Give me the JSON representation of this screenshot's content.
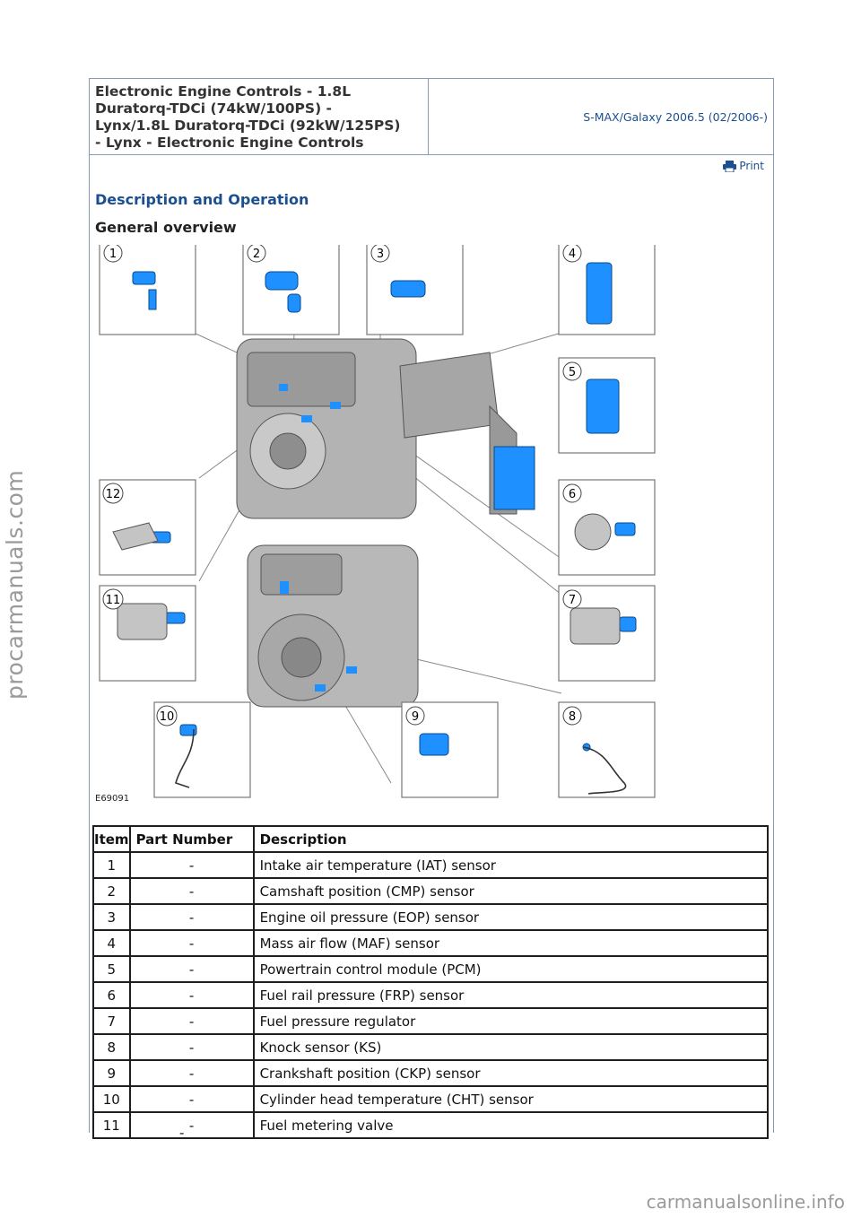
{
  "header": {
    "title_lines": [
      "Electronic Engine Controls - 1.8L",
      "Duratorq-TDCi (74kW/100PS) -",
      "Lynx/1.8L Duratorq-TDCi (92kW/125PS)",
      "- Lynx - Electronic Engine Controls"
    ],
    "vehicle": "S-MAX/Galaxy 2006.5 (02/2006-)"
  },
  "print_label": "Print",
  "section_title": "Description and Operation",
  "subtitle": "General overview",
  "figure": {
    "code": "E69091",
    "callouts": [
      "1",
      "2",
      "3",
      "4",
      "5",
      "6",
      "7",
      "8",
      "9",
      "10",
      "11",
      "12"
    ],
    "accent_color": "#1e90ff"
  },
  "table": {
    "headers": [
      "Item",
      "Part Number",
      "Description"
    ],
    "rows": [
      {
        "item": "1",
        "part": "-",
        "desc": "Intake air temperature (IAT) sensor"
      },
      {
        "item": "2",
        "part": "-",
        "desc": "Camshaft position (CMP) sensor"
      },
      {
        "item": "3",
        "part": "-",
        "desc": "Engine oil pressure (EOP) sensor"
      },
      {
        "item": "4",
        "part": "-",
        "desc": "Mass air flow (MAF) sensor"
      },
      {
        "item": "5",
        "part": "-",
        "desc": "Powertrain control module (PCM)"
      },
      {
        "item": "6",
        "part": "-",
        "desc": "Fuel rail pressure (FRP) sensor"
      },
      {
        "item": "7",
        "part": "-",
        "desc": "Fuel pressure regulator"
      },
      {
        "item": "8",
        "part": "-",
        "desc": "Knock sensor (KS)"
      },
      {
        "item": "9",
        "part": "-",
        "desc": "Crankshaft position (CKP) sensor"
      },
      {
        "item": "10",
        "part": "-",
        "desc": "Cylinder head temperature (CHT) sensor"
      },
      {
        "item": "11",
        "part": "-",
        "desc": "Fuel metering valve"
      }
    ],
    "trailing_part": "-"
  },
  "watermarks": {
    "side": "procarmanuals.com",
    "bottom": "carmanualsonline.info"
  },
  "colors": {
    "heading_blue": "#1b4f8f",
    "border": "#8a9ab0"
  }
}
